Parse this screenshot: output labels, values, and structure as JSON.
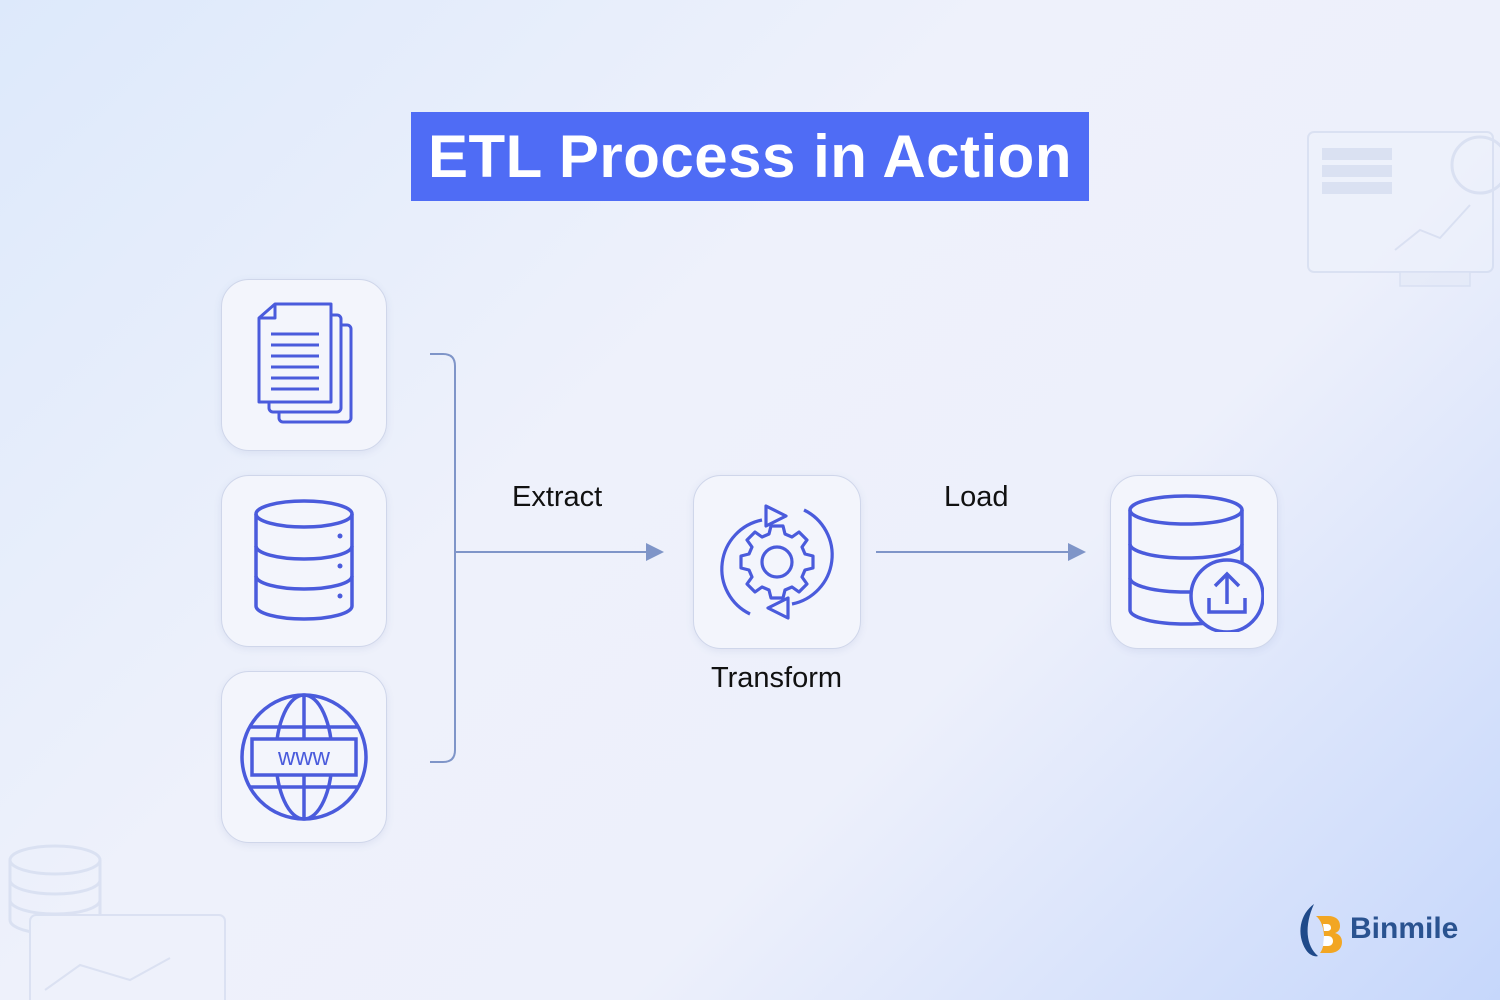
{
  "title": "ETL Process in Action",
  "steps": {
    "extract": "Extract",
    "transform": "Transform",
    "load": "Load"
  },
  "sources": [
    {
      "icon": "documents-icon"
    },
    {
      "icon": "database-icon"
    },
    {
      "icon": "globe-www-icon",
      "text": "www"
    }
  ],
  "transform_icon": "gear-cycle-icon",
  "target_icon": "database-upload-icon",
  "brand": {
    "name": "Binmile"
  },
  "colors": {
    "accent": "#4f6cf5",
    "icon_stroke": "#4a5bdc",
    "connector": "#7f95c8"
  }
}
